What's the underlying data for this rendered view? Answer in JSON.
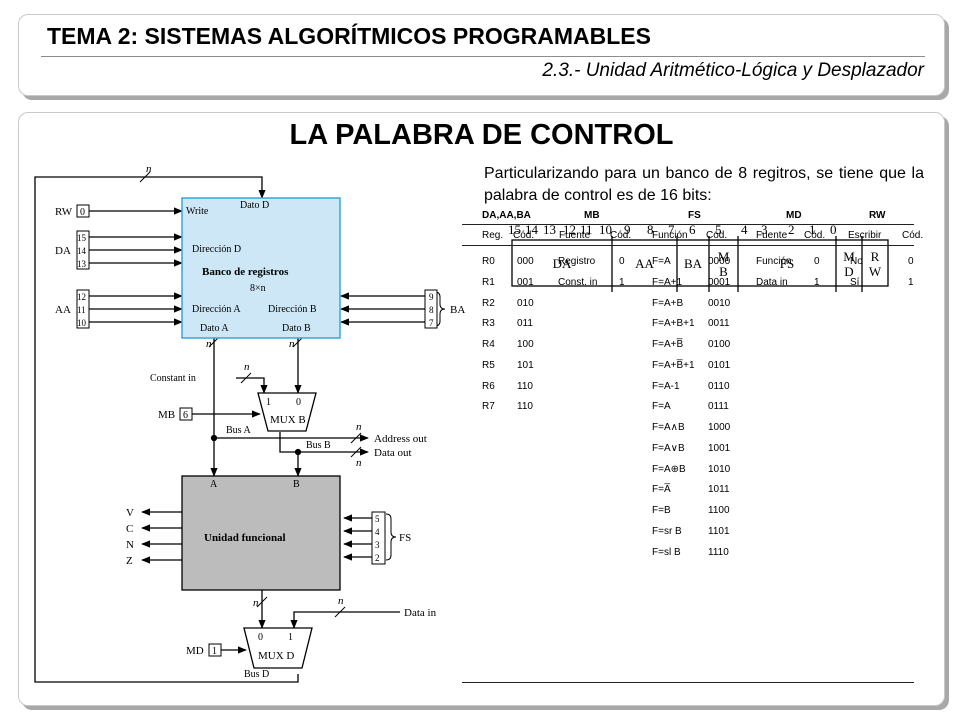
{
  "header": {
    "title": "TEMA 2: SISTEMAS ALGORÍTMICOS PROGRAMABLES",
    "subtitle": "2.3.- Unidad Aritmético-Lógica y Desplazador"
  },
  "main": {
    "title": "LA PALABRA DE CONTROL",
    "intro": "Particularizando para un banco de 8 regitros, se tiene que la palabra de control es de 16 bits:"
  },
  "word": {
    "bits": [
      "15",
      "14",
      "13",
      "12",
      "11",
      "10",
      "9",
      "8",
      "7",
      "6",
      "5",
      "4",
      "3",
      "2",
      "1",
      "0"
    ],
    "fields": [
      {
        "name": "DA",
        "lines": [
          "DA"
        ]
      },
      {
        "name": "AA",
        "lines": [
          "AA"
        ]
      },
      {
        "name": "BA",
        "lines": [
          "BA"
        ]
      },
      {
        "name": "MB",
        "lines": [
          "M",
          "B"
        ]
      },
      {
        "name": "FS",
        "lines": [
          "FS"
        ]
      },
      {
        "name": "MD",
        "lines": [
          "M",
          "D"
        ]
      },
      {
        "name": "RW",
        "lines": [
          "R",
          "W"
        ]
      }
    ]
  },
  "diagram": {
    "bank_title": "Banco de registros",
    "bank_size": "8×n",
    "write": "Write",
    "dato_d": "Dato D",
    "dir_d": "Dirección D",
    "dir_a": "Dirección A",
    "dir_b": "Dirección B",
    "dato_a": "Dato A",
    "dato_b": "Dato B",
    "rw": "RW",
    "rw_val": "0",
    "da": "DA",
    "da_bits": [
      "15",
      "14",
      "13"
    ],
    "aa": "AA",
    "aa_bits": [
      "12",
      "11",
      "10"
    ],
    "ba": "BA",
    "ba_bits": [
      "9",
      "8",
      "7"
    ],
    "constant_in": "Constant in",
    "mb": "MB",
    "mb_val": "6",
    "mux_b": "MUX B",
    "mux_b_in1": "1",
    "mux_b_in0": "0",
    "bus_a": "Bus A",
    "bus_b": "Bus B",
    "address_out": "Address out",
    "data_out": "Data out",
    "fu_a": "A",
    "fu_b": "B",
    "fu_title": "Unidad funcional",
    "flags": [
      "V",
      "C",
      "N",
      "Z"
    ],
    "fs": "FS",
    "fs_bits": [
      "5",
      "4",
      "3",
      "2"
    ],
    "data_in": "Data in",
    "md": "MD",
    "md_val": "1",
    "mux_d": "MUX D",
    "mux_d_in0": "0",
    "mux_d_in1": "1",
    "bus_d": "Bus D",
    "n": "n"
  },
  "table": {
    "groups": [
      "DA,AA,BA",
      "MB",
      "FS",
      "MD",
      "RW"
    ],
    "subheaders": [
      "Reg.",
      "Cód.",
      "Fuente",
      "Cód.",
      "Función",
      "Cód.",
      "Fuente",
      "Cód.",
      "Escribir",
      "Cód."
    ],
    "reg": [
      [
        "R0",
        "000"
      ],
      [
        "R1",
        "001"
      ],
      [
        "R2",
        "010"
      ],
      [
        "R3",
        "011"
      ],
      [
        "R4",
        "100"
      ],
      [
        "R5",
        "101"
      ],
      [
        "R6",
        "110"
      ],
      [
        "R7",
        "110"
      ]
    ],
    "mb": [
      [
        "Registro",
        "0"
      ],
      [
        "Const. in",
        "1"
      ]
    ],
    "fs": [
      [
        "F=A",
        "0000"
      ],
      [
        "F=A+1",
        "0001"
      ],
      [
        "F=A+B",
        "0010"
      ],
      [
        "F=A+B+1",
        "0011"
      ],
      [
        "F=A+B̅",
        "0100"
      ],
      [
        "F=A+B̅+1",
        "0101"
      ],
      [
        "F=A-1",
        "0110"
      ],
      [
        "F=A",
        "0111"
      ],
      [
        "F=A∧B",
        "1000"
      ],
      [
        "F=A∨B",
        "1001"
      ],
      [
        "F=A⊕B",
        "1010"
      ],
      [
        "F=A̅",
        "1011"
      ],
      [
        "F=B",
        "1100"
      ],
      [
        "F=sr B",
        "1101"
      ],
      [
        "F=sl B",
        "1110"
      ]
    ],
    "md": [
      [
        "Función",
        "0"
      ],
      [
        "Data in",
        "1"
      ]
    ],
    "rw": [
      [
        "No",
        "0"
      ],
      [
        "Sí",
        "1"
      ]
    ]
  }
}
